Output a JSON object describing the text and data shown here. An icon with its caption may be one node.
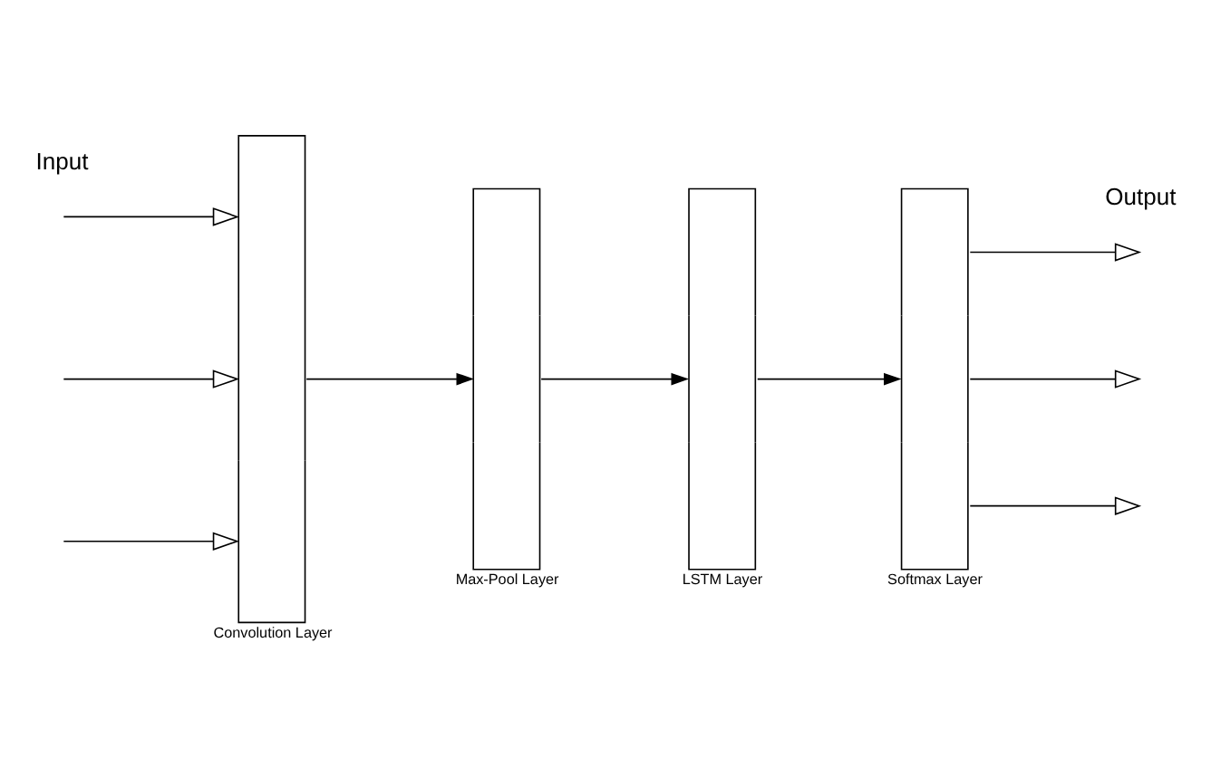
{
  "diagram": {
    "nodes": [
      {
        "text": [
          "Convolution Layer"
        ]
      },
      {
        "text": [
          "Max-Pool Layer"
        ]
      },
      {
        "text": [
          "LSTM Layer"
        ]
      },
      {
        "text": [
          "Softmax Layer"
        ]
      }
    ],
    "edges": [
      {
        "from": null,
        "to": 0,
        "arrow": "to"
      },
      {
        "from": null,
        "to": 0,
        "arrow": "to"
      },
      {
        "from": null,
        "to": 0,
        "arrow": "to"
      },
      {
        "from": 0,
        "to": 1,
        "arrow": "to"
      },
      {
        "from": 1,
        "to": 2,
        "arrow": "to"
      },
      {
        "from": 2,
        "to": 3,
        "arrow": "to"
      },
      {
        "from": 3,
        "to": null,
        "arrow": "to"
      },
      {
        "from": 3,
        "to": null,
        "arrow": "to"
      },
      {
        "from": 3,
        "to": null,
        "arrow": "to"
      }
    ],
    "labels": [
      "Input",
      "Output"
    ]
  }
}
